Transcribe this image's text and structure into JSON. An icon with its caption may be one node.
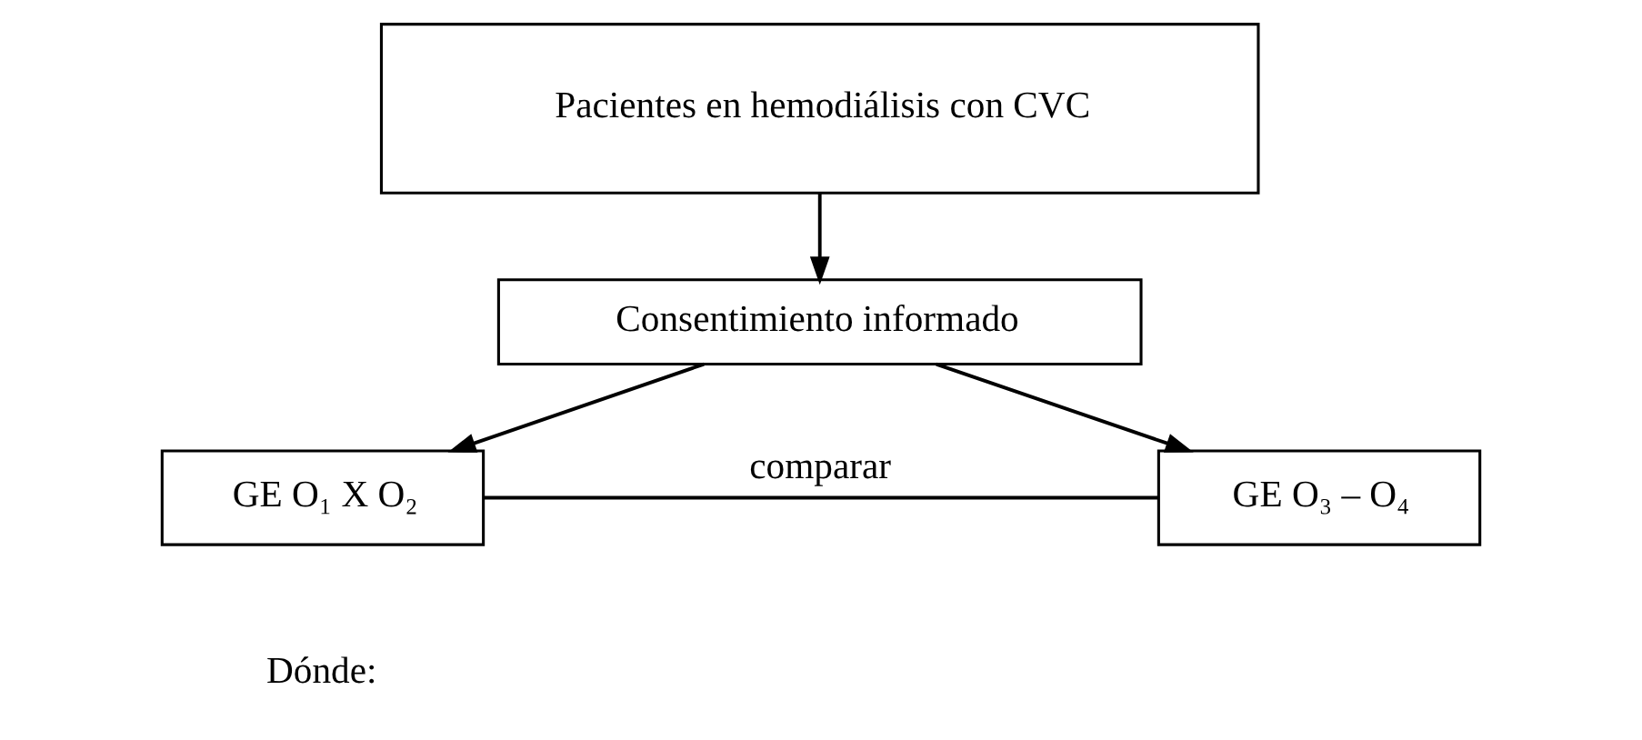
{
  "diagram": {
    "nodes": [
      {
        "text": [
          "Pacientes en hemodiálisis con CVC"
        ]
      },
      {
        "text": [
          "Consentimiento informado"
        ]
      },
      {
        "text": [
          "GE O₁ X O₂"
        ]
      },
      {
        "text": [
          "GE O₃ – O₄"
        ]
      }
    ],
    "edges": [
      {
        "from": 0,
        "to": 1,
        "arrow": "to"
      },
      {
        "from": 1,
        "to": 2,
        "arrow": "to"
      },
      {
        "from": 1,
        "to": 3,
        "arrow": "to"
      },
      {
        "from": 2,
        "to": 3,
        "arrow": "none",
        "label": "comparar"
      }
    ],
    "labels": [
      "Dónde:"
    ]
  }
}
